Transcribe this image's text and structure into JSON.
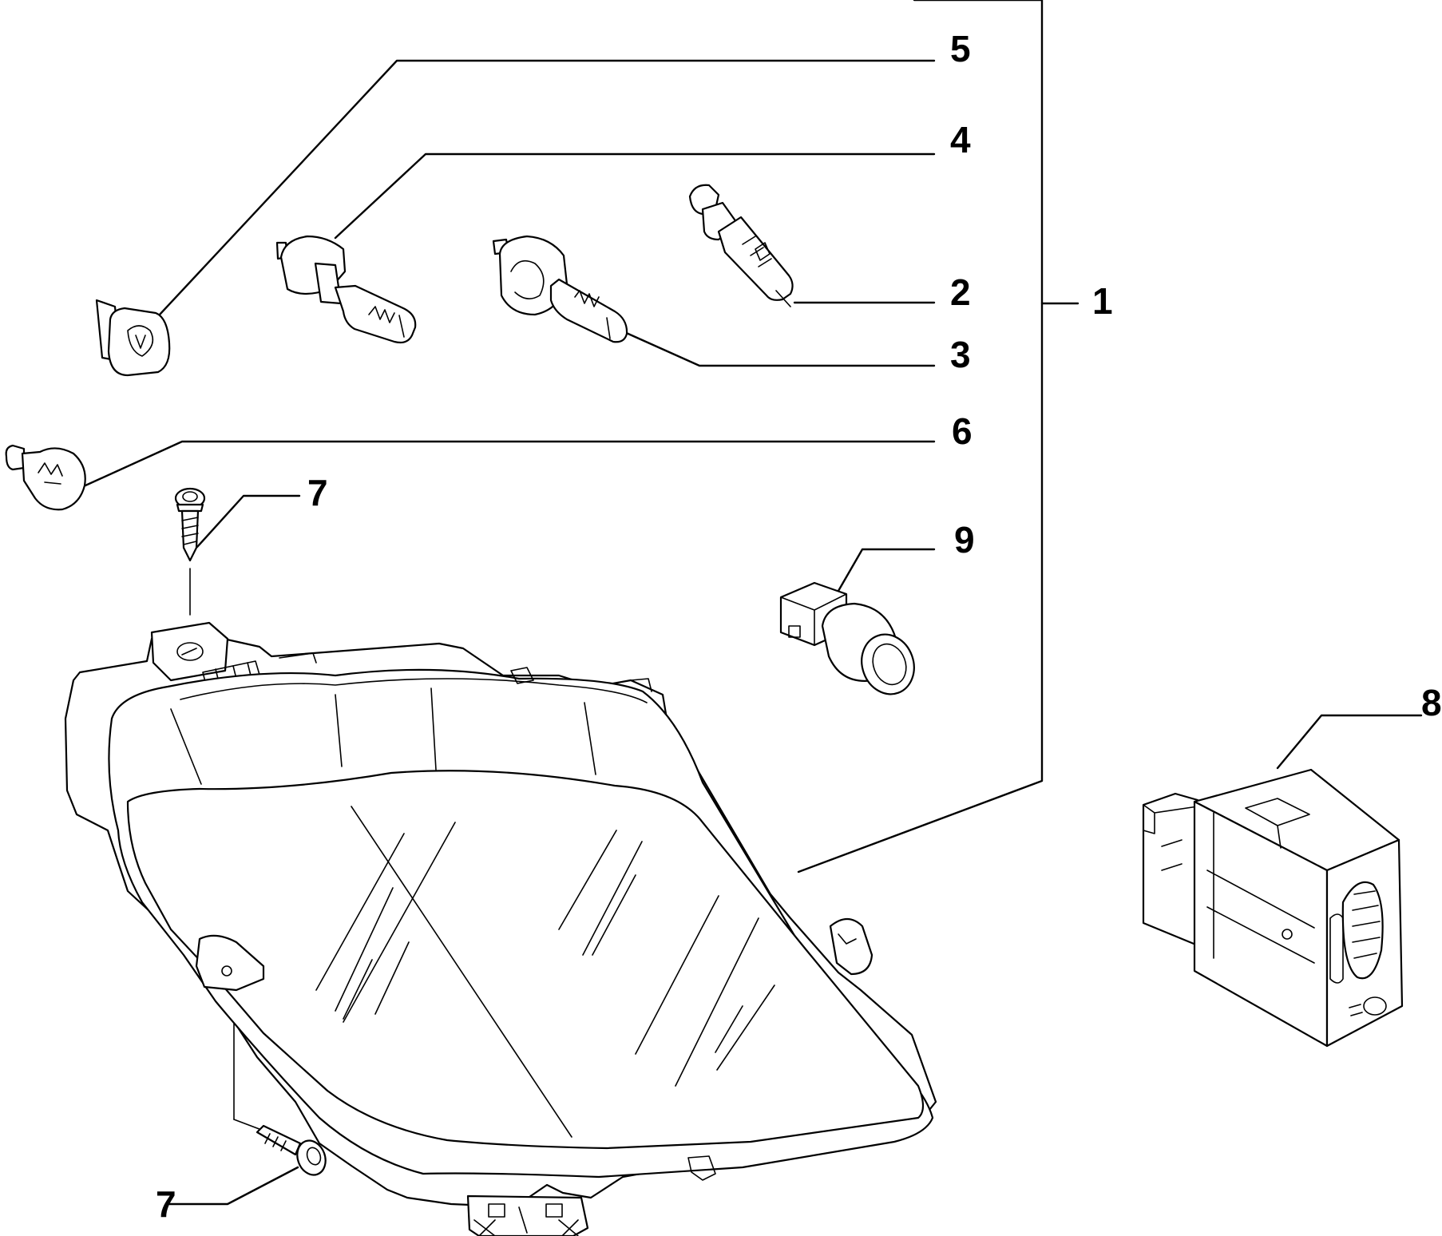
{
  "callouts": {
    "c1": "1",
    "c2": "2",
    "c3": "3",
    "c4": "4",
    "c5": "5",
    "c6": "6",
    "c7a": "7",
    "c7b": "7",
    "c8": "8",
    "c9": "9"
  },
  "colors": {
    "line": "#000000",
    "background": "#ffffff"
  }
}
